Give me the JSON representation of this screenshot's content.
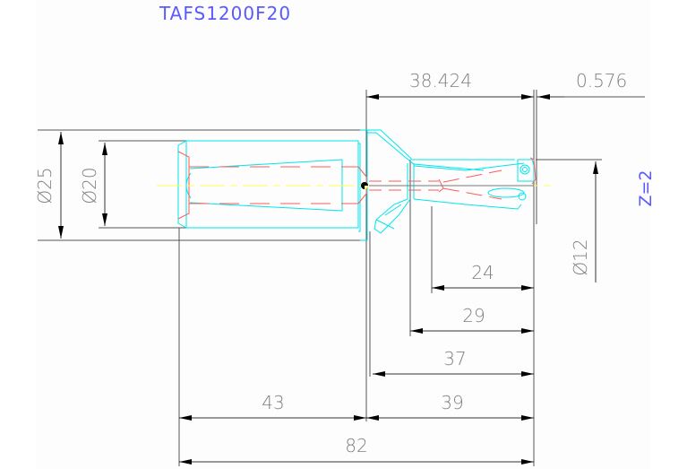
{
  "title": "TAFS1200F20",
  "annotation_z": "Z=2",
  "colors": {
    "background": "#fcfdfc",
    "dimension": "#7f7f7f",
    "outline": "#00e5ee",
    "hidden": "#ff5a5a",
    "centerline": "#ffff55",
    "title": "#5a5aff"
  },
  "dimensions": {
    "top_left": "38.424",
    "top_right": "0.576",
    "dia_shank_outer": "Ø25",
    "dia_shank_inner": "Ø20",
    "dia_tip": "Ø12",
    "len_24": "24",
    "len_29": "29",
    "len_37": "37",
    "len_43": "43",
    "len_39": "39",
    "len_82": "82"
  }
}
